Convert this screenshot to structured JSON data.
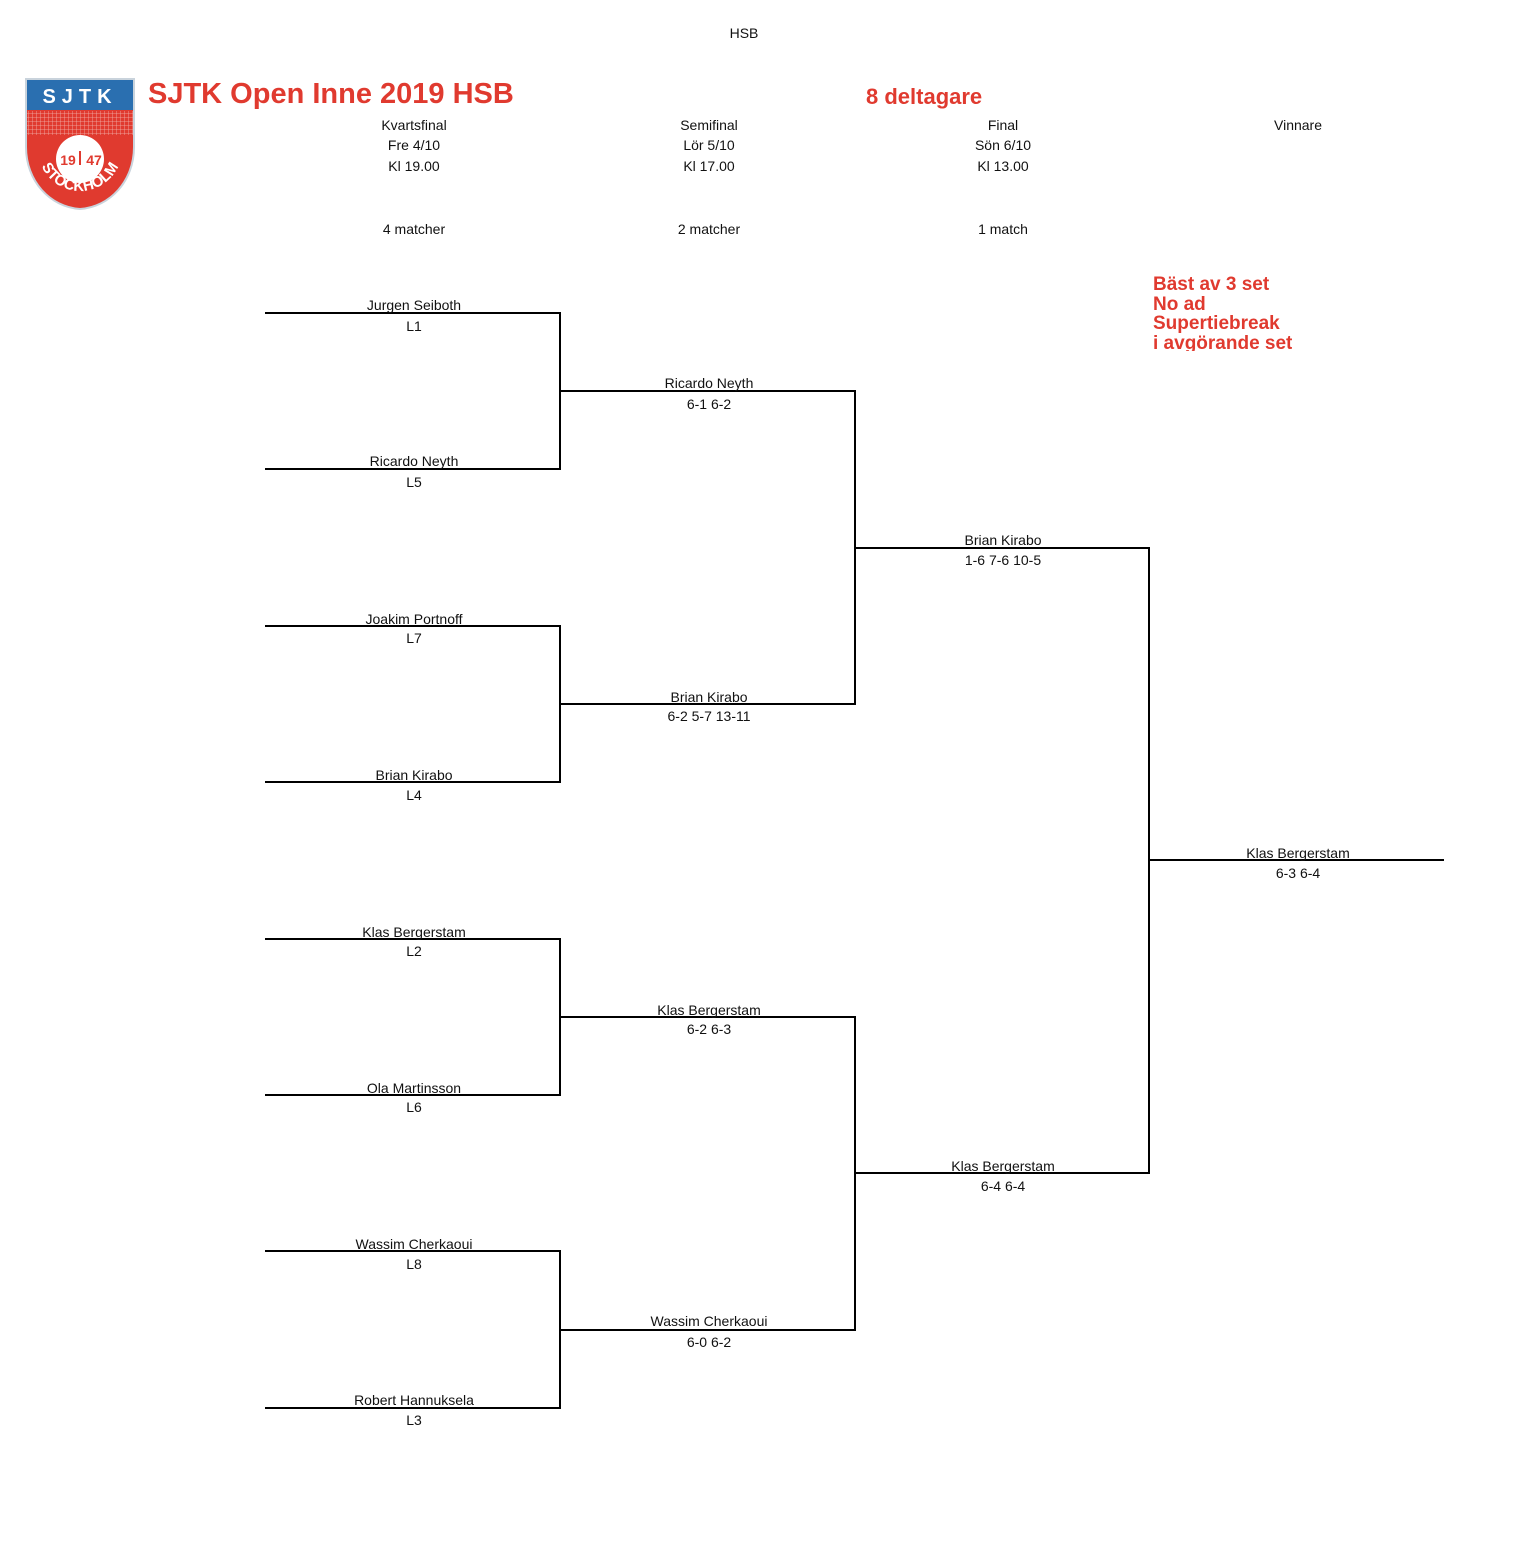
{
  "header": {
    "top_label": "HSB"
  },
  "tournament": {
    "title": "SJTK Open Inne 2019 HSB",
    "participants": "8 deltagare"
  },
  "logo": {
    "top_text": "SJTK",
    "year_left": "19",
    "year_right": "47",
    "ring_text": "STOCKHOLM",
    "colors": {
      "red": "#e03a2f",
      "blue": "#2a6fb0"
    }
  },
  "rounds": [
    {
      "name": "Kvartsfinal",
      "day": "Fre 4/10",
      "time": "Kl 19.00",
      "matches": "4 matcher"
    },
    {
      "name": "Semifinal",
      "day": "Lör 5/10",
      "time": "Kl 17.00",
      "matches": "2 matcher"
    },
    {
      "name": "Final",
      "day": "Sön 6/10",
      "time": "Kl 13.00",
      "matches": "1 match"
    },
    {
      "name": "Vinnare"
    }
  ],
  "rules": [
    "Bäst av 3 set",
    "No ad",
    "Supertiebreak",
    "i avgörande set"
  ],
  "quarterfinal": [
    {
      "player": "Jurgen Seiboth",
      "seed": "L1"
    },
    {
      "player": "Ricardo Neyth",
      "seed": "L5"
    },
    {
      "player": "Joakim Portnoff",
      "seed": "L7"
    },
    {
      "player": "Brian Kirabo",
      "seed": "L4"
    },
    {
      "player": "Klas Bergerstam",
      "seed": "L2"
    },
    {
      "player": "Ola Martinsson",
      "seed": "L6"
    },
    {
      "player": "Wassim Cherkaoui",
      "seed": "L8"
    },
    {
      "player": "Robert Hannuksela",
      "seed": "L3"
    }
  ],
  "semifinal": [
    {
      "player": "Ricardo Neyth",
      "score": "6-1 6-2"
    },
    {
      "player": "Brian Kirabo",
      "score": "6-2 5-7 13-11"
    },
    {
      "player": "Klas Bergerstam",
      "score": "6-2 6-3"
    },
    {
      "player": "Wassim Cherkaoui",
      "score": "6-0 6-2"
    }
  ],
  "final": [
    {
      "player": "Brian Kirabo",
      "score": "1-6 7-6 10-5"
    },
    {
      "player": "Klas Bergerstam",
      "score": "6-4 6-4"
    }
  ],
  "winner": {
    "player": "Klas Bergerstam",
    "score": "6-3 6-4"
  }
}
